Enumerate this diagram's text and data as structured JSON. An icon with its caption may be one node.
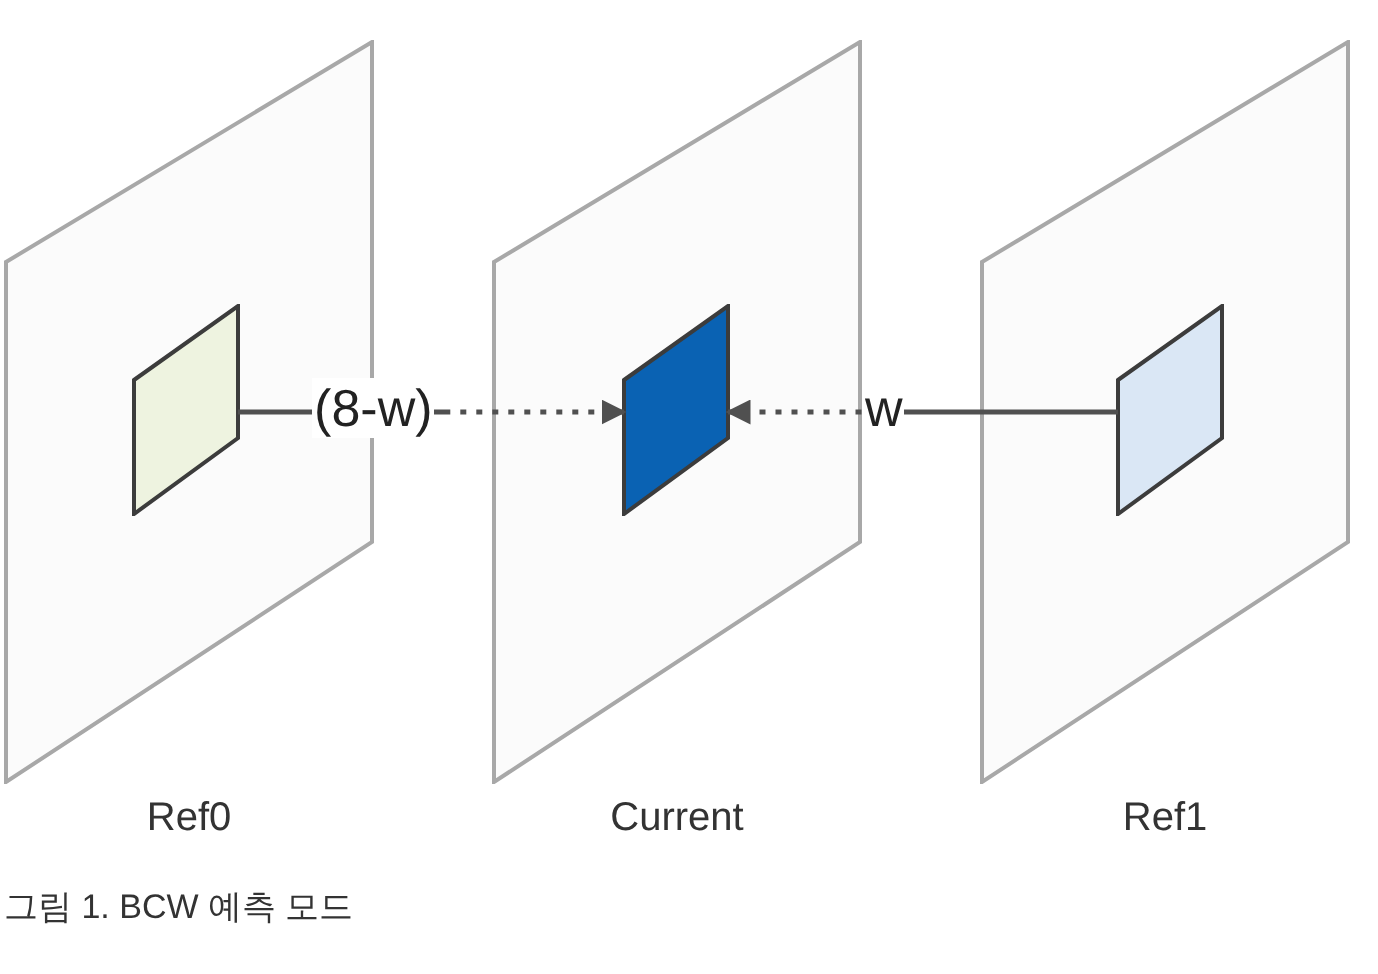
{
  "diagram": {
    "caption": "그림 1. BCW 예측 모드",
    "nodes": [
      {
        "text": [
          "Ref0"
        ]
      },
      {
        "text": [
          "Current"
        ]
      },
      {
        "text": [
          "Ref1"
        ]
      },
      {
        "text": [],
        "shape": "box",
        "in": 0
      },
      {
        "text": [],
        "shape": "box",
        "in": 1
      },
      {
        "text": [],
        "shape": "box",
        "in": 2
      }
    ],
    "edges": [
      {
        "from": 3,
        "to": 4,
        "arrow": "to",
        "label": "(8-w)"
      },
      {
        "from": 5,
        "to": 4,
        "arrow": "to",
        "label": "w"
      }
    ]
  }
}
